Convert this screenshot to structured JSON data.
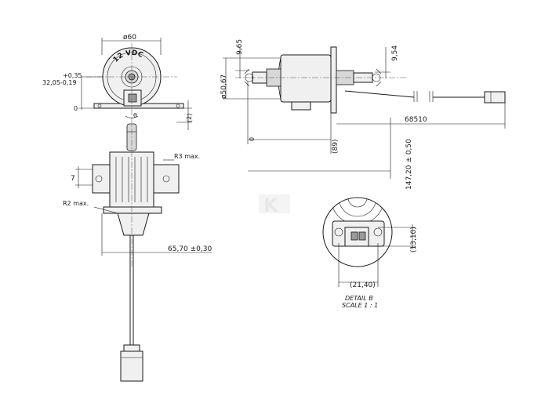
{
  "front_view": {
    "dia_label": "ø60",
    "rating_label": "12 VDC",
    "tol_label": "+0,35",
    "offset_label": "32,05-0,19",
    "zero_label": "0",
    "side_label": "(2)",
    "angle_label": "θ"
  },
  "side_view": {
    "dim_top": "9,65",
    "dim_dia": "ø50,67",
    "dim_right": "9,54",
    "dim_length": "68510",
    "dim_89": "(89)",
    "dim_147": "147,20 ± 0,50",
    "zero_label": "0"
  },
  "bottom_view": {
    "r3": "R3 max.",
    "r2": "R2 max.",
    "seven": "7",
    "dim_65": "65,70 ±0,30"
  },
  "detail": {
    "dim_2140": "(21,40)",
    "dim_1310": "(13,10)",
    "title": "DETAIL B",
    "scale": "SCALE 1 : 1"
  },
  "watermark_letter": "K"
}
